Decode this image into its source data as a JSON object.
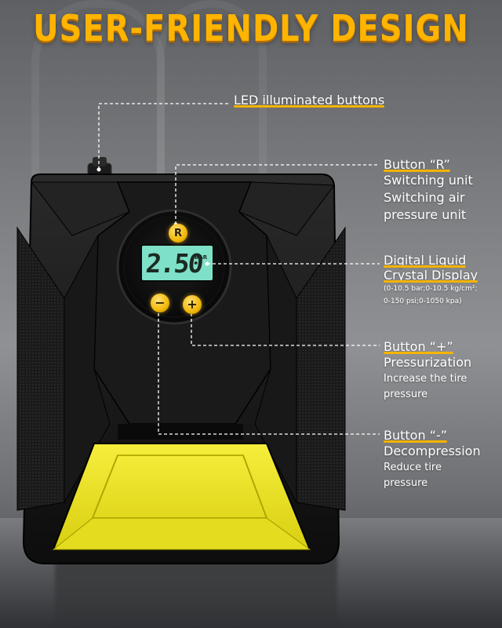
{
  "headline": "USER-FRIENDLY DESIGN",
  "display": {
    "reading": "2.50",
    "unit": "BAR"
  },
  "buttons": {
    "r": "R",
    "minus": "−",
    "plus": "+"
  },
  "callouts": {
    "led": {
      "title": "LED illuminated buttons"
    },
    "button_r": {
      "title": "Button “R”",
      "lines": [
        "Switching unit",
        "Switching air",
        "pressure unit"
      ]
    },
    "lcd": {
      "title_line1": "Digital Liquid",
      "title_line2": "Crystal Display",
      "ranges_line1": "(0-10.5 bar;0-10.5 kg/cm²;",
      "ranges_line2": "0-150 psi;0-1050 kpa)"
    },
    "button_plus": {
      "title": "Button “+”",
      "subtitle": "Pressurization",
      "lines": [
        "Increase the tire",
        "pressure"
      ]
    },
    "button_minus": {
      "title": "Button “-”",
      "subtitle": "Decompression",
      "lines": [
        "Reduce tire",
        "pressure"
      ]
    }
  },
  "colors": {
    "accent_yellow": "#f5b400",
    "headline": "#ffb400",
    "body_black": "#141414",
    "lcd_green": "#7fe0c8",
    "nozzle_yellow": "#f2ea2a"
  }
}
